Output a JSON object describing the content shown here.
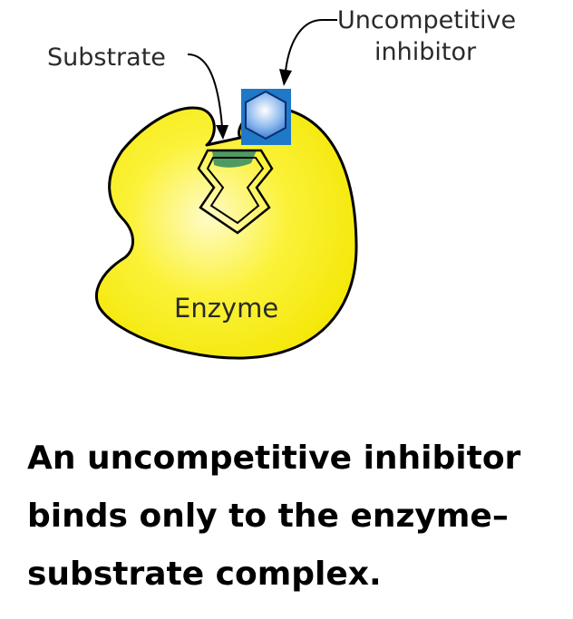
{
  "labels": {
    "substrate": "Substrate",
    "inhibitor_line1": "Uncompetitive",
    "inhibitor_line2": "inhibitor",
    "enzyme": "Enzyme"
  },
  "caption": {
    "line1": "An uncompetitive inhibitor",
    "line2": "binds only to the enzyme–",
    "line3": "substrate complex."
  },
  "colors": {
    "enzyme_fill": "#f6ee00",
    "enzyme_highlight": "#fffbc4",
    "substrate_fill": "#4f9a62",
    "inhibitor_square": "#1f78c8",
    "inhibitor_hexagon_center": "#ffffff",
    "inhibitor_hexagon_edge": "#2f6fd0",
    "outline": "#000000"
  }
}
